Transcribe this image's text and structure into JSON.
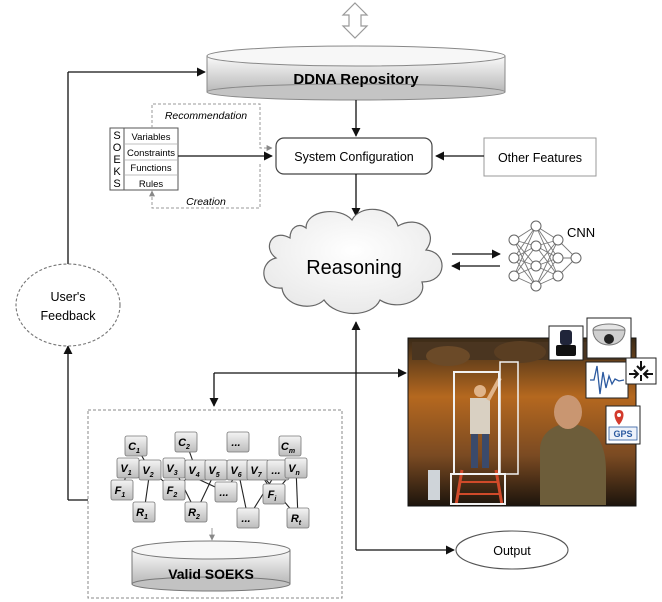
{
  "repository": {
    "label": "DDNA Repository"
  },
  "soeks": {
    "vertical_label": [
      "S",
      "O",
      "E",
      "K",
      "S"
    ],
    "rows": [
      "Variables",
      "Constraints",
      "Functions",
      "Rules"
    ],
    "recommendation": "Recommendation",
    "creation": "Creation"
  },
  "system_configuration": "System Configuration",
  "other_features": "Other Features",
  "reasoning": "Reasoning",
  "cnn": "CNN",
  "feedback": {
    "line1": "User's",
    "line2": "Feedback"
  },
  "output": "Output",
  "valid_soeks": "Valid SOEKS",
  "graph": {
    "c_row": [
      {
        "main": "C",
        "sub": "1"
      },
      {
        "main": "C",
        "sub": "2"
      },
      {
        "main": "...",
        "sub": ""
      },
      {
        "main": "C",
        "sub": "m"
      }
    ],
    "v_row": [
      {
        "main": "V",
        "sub": "1"
      },
      {
        "main": "V",
        "sub": "2"
      },
      {
        "main": "V",
        "sub": "3"
      },
      {
        "main": "V",
        "sub": "4"
      },
      {
        "main": "V",
        "sub": "5"
      },
      {
        "main": "V",
        "sub": "6"
      },
      {
        "main": "V",
        "sub": "7"
      },
      {
        "main": "...",
        "sub": ""
      },
      {
        "main": "V",
        "sub": "n"
      }
    ],
    "f_row": [
      {
        "main": "F",
        "sub": "1"
      },
      {
        "main": "F",
        "sub": "2"
      },
      {
        "main": "...",
        "sub": ""
      },
      {
        "main": "F",
        "sub": "i"
      }
    ],
    "r_row": [
      {
        "main": "R",
        "sub": "1"
      },
      {
        "main": "R",
        "sub": "2"
      },
      {
        "main": "...",
        "sub": ""
      },
      {
        "main": "R",
        "sub": "t"
      }
    ]
  },
  "sensors": {
    "gps_label": "GPS",
    "icons": [
      "lidar-icon",
      "dome-camera-icon",
      "waveform-icon",
      "compress-icon",
      "gps-icon"
    ]
  },
  "colors": {
    "box_fill": "#ffffff",
    "cylinder_light": "#f2f2f2",
    "cylinder_dark": "#bdbdbd",
    "node_fill": "#d9d9d9",
    "dashed": "#888888",
    "photo_orange": "#b5681f",
    "photo_dark": "#2b2016",
    "detect_box": "#f2f2f2",
    "gps_red": "#d33a2c",
    "gps_blue": "#2c5aa0"
  }
}
